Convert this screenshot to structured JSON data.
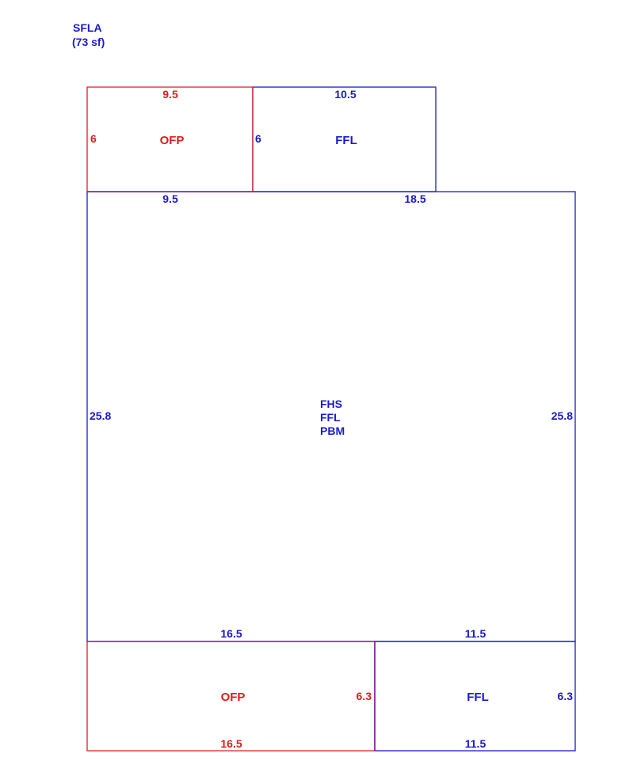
{
  "title": {
    "line1": "SFLA",
    "line2": "(73 sf)"
  },
  "colors": {
    "living": "#1a1acc",
    "porch": "#e01c1c"
  },
  "areas": {
    "top_porch": {
      "code": "OFP",
      "top": "9.5",
      "left": "6",
      "bottom": "9.5"
    },
    "top_living": {
      "code": "FFL",
      "top": "10.5",
      "left": "6",
      "bottom": "18.5"
    },
    "main": {
      "codes": [
        "FHS",
        "FFL",
        "PBM"
      ],
      "left": "25.8",
      "right": "25.8",
      "bottom_left": "16.5",
      "bottom_right": "11.5"
    },
    "bottom_porch": {
      "code": "OFP",
      "right": "6.3",
      "bottom": "16.5"
    },
    "bottom_living": {
      "code": "FFL",
      "right": "6.3",
      "bottom": "11.5"
    }
  }
}
